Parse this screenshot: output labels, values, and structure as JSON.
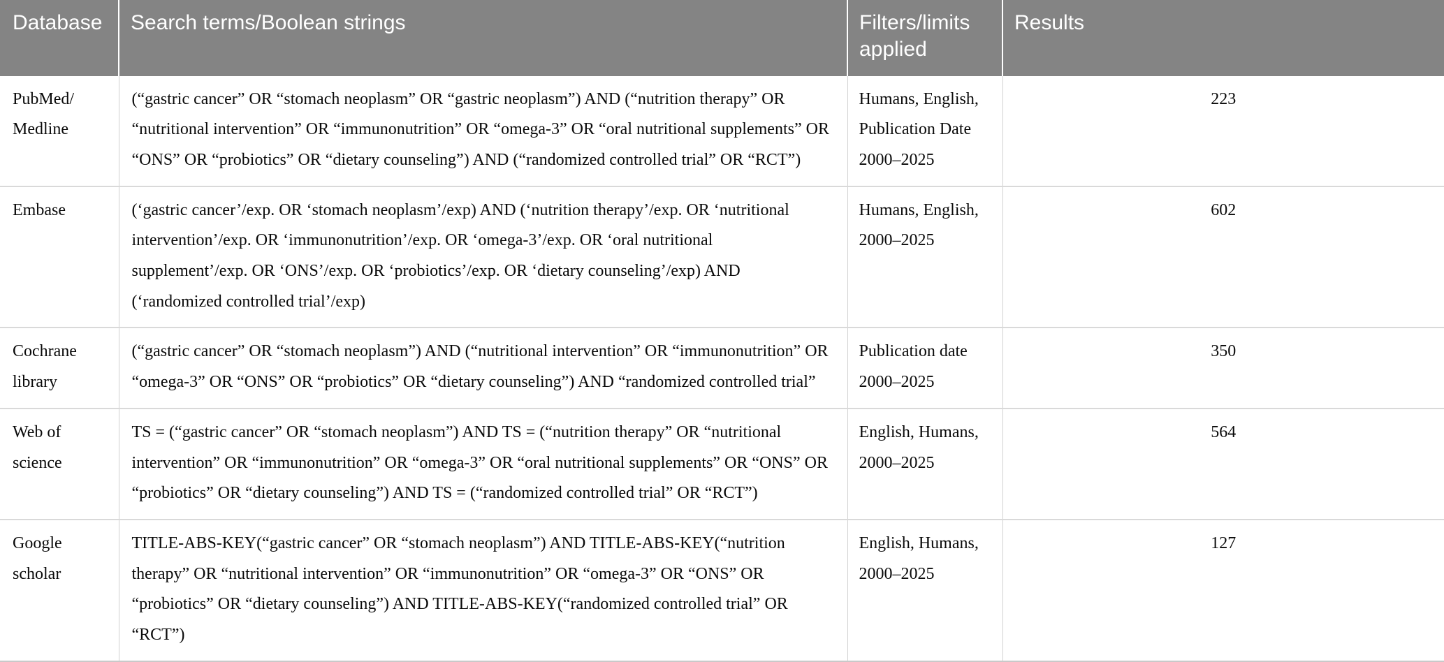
{
  "table": {
    "columns": [
      {
        "key": "database",
        "label": "Database"
      },
      {
        "key": "terms",
        "label": "Search terms/Boolean strings"
      },
      {
        "key": "filters",
        "label": "Filters/limits applied"
      },
      {
        "key": "results",
        "label": "Results"
      }
    ],
    "header_bg": "#848484",
    "header_text_color": "#ffffff",
    "row_divider_color": "#d9d9d9",
    "rows": [
      {
        "database": "PubMed/ Medline",
        "terms": "(“gastric cancer” OR “stomach neoplasm” OR “gastric neoplasm”) AND (“nutrition therapy” OR “nutritional intervention” OR “immunonutrition” OR “omega-3” OR “oral nutritional supplements” OR “ONS” OR “probiotics” OR “dietary counseling”) AND (“randomized controlled trial” OR “RCT”)",
        "filters_lines": [
          "Humans, English,",
          "Publication Date",
          "2000–2025"
        ],
        "results": "223"
      },
      {
        "database": "Embase",
        "terms": "(‘gastric cancer’/exp. OR ‘stomach neoplasm’/exp) AND (‘nutrition therapy’/exp. OR ‘nutritional intervention’/exp. OR ‘immunonutrition’/exp. OR ‘omega-3’/exp. OR ‘oral nutritional supplement’/exp. OR ‘ONS’/exp. OR ‘probiotics’/exp. OR ‘dietary counseling’/exp) AND (‘randomized controlled trial’/exp)",
        "filters_lines": [
          "Humans, English,",
          "2000–2025"
        ],
        "results": "602"
      },
      {
        "database": "Cochrane library",
        "terms": "(“gastric cancer” OR “stomach neoplasm”) AND (“nutritional intervention” OR “immunonutrition” OR “omega-3” OR “ONS” OR “probiotics” OR “dietary counseling”) AND “randomized controlled trial”",
        "filters_lines": [
          "Publication date",
          "2000–2025"
        ],
        "results": "350"
      },
      {
        "database": "Web of science",
        "terms": "TS = (“gastric cancer” OR “stomach neoplasm”) AND TS = (“nutrition therapy” OR “nutritional intervention” OR “immunonutrition” OR “omega-3” OR “oral nutritional supplements” OR “ONS” OR “probiotics” OR “dietary counseling”) AND TS = (“randomized controlled trial” OR “RCT”)",
        "filters_lines": [
          "English, Humans,",
          "2000–2025"
        ],
        "results": "564"
      },
      {
        "database": "Google scholar",
        "terms": "TITLE-ABS-KEY(“gastric cancer” OR “stomach neoplasm”) AND TITLE-ABS-KEY(“nutrition therapy” OR “nutritional intervention” OR “immunonutrition” OR “omega-3” OR “ONS” OR “probiotics” OR “dietary counseling”) AND TITLE-ABS-KEY(“randomized controlled trial” OR “RCT”)",
        "filters_lines": [
          "English, Humans,",
          "2000–2025"
        ],
        "results": "127"
      }
    ]
  }
}
